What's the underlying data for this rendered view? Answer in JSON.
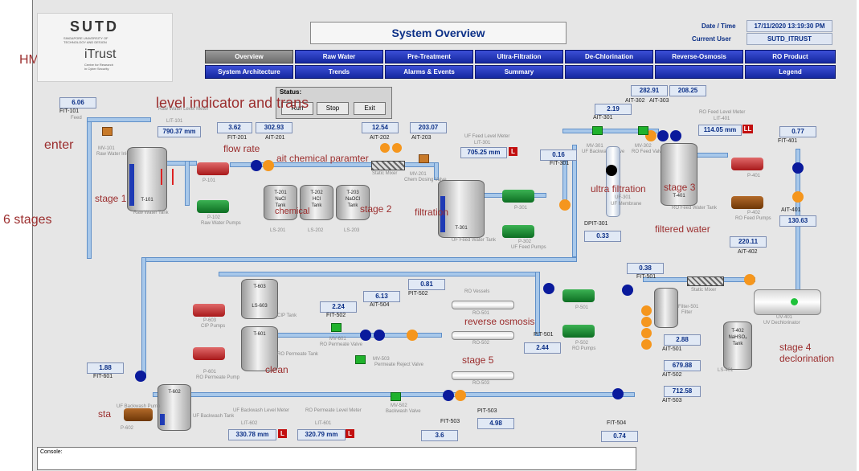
{
  "annotations": {
    "hmi": "HMI",
    "level_indicator": "level indicator and trans",
    "enter": "enter",
    "flow_rate": "flow rate",
    "ait_chemical": "ait chemical paramter",
    "stage1": "stage 1",
    "chemical": "chemical",
    "stage2": "stage 2",
    "filtration": "filtration",
    "six_stages": "6 stages",
    "ultra_filtration": "ultra filtration",
    "stage3": "stage 3",
    "filtered_water": "filtered water",
    "reverse_osmosis": "reverse osmosis",
    "stage5": "stage 5",
    "clean": "clean",
    "stage4": "stage 4",
    "declorination": "declorination",
    "stage_partial": "sta"
  },
  "header": {
    "logo_text": "SUTD",
    "logo_sub1": "SINGAPORE UNIVERSITY OF",
    "logo_sub2": "TECHNOLOGY AND DESIGN",
    "itrust": "iTrust",
    "itrust_sub1": "Centre for Research",
    "itrust_sub2": "in Cyber Security",
    "title": "System Overview",
    "datetime_label": "Date / Time",
    "datetime_value": "17/11/2020 13:19:30 PM",
    "user_label": "Current User",
    "user_value": "SUTD_ITRUST"
  },
  "nav_row1": [
    "Overview",
    "Raw Water",
    "Pre-Treatment",
    "Ultra-Filtration",
    "De-Chlorination",
    "Reverse-Osmosis",
    "RO Product"
  ],
  "nav_row2": [
    "System Architecture",
    "Trends",
    "Alarms & Events",
    "Summary",
    "",
    "",
    "Legend"
  ],
  "status": {
    "label": "Status:",
    "run": "Run",
    "stop": "Stop",
    "exit": "Exit"
  },
  "values": {
    "fit101": "6.06",
    "lit101": "790.37",
    "fit201": "3.62",
    "ait201": "302.93",
    "ait202": "12.54",
    "ait203": "203.07",
    "lit301": "705.25",
    "fit301": "0.16",
    "ait301": "2.19",
    "ait302": "282.91",
    "ait303": "208.25",
    "lit401": "114.05",
    "fit401": "0.77",
    "dpit301": "0.33",
    "ait401": "130.63",
    "ait402": "220.11",
    "fit501": "0.38",
    "pit502": "0.81",
    "ait504": "6.13",
    "fit502": "2.24",
    "pit501": "2.44",
    "ait501": "2.88",
    "ait502": "679.88",
    "ait503": "712.58",
    "fit601": "1.88",
    "lit602": "330.78",
    "lit601": "320.79",
    "fit503": "3.6",
    "pit503": "4.98",
    "fit504": "0.74"
  },
  "tags": {
    "fit101": "FIT-101",
    "raw_water_level_meter": "Raw Water Level Meter",
    "lit101": "LIT-101",
    "mm": "mm",
    "fit201": "FIT-201",
    "ait201": "AIT-201",
    "ait202": "AIT-202",
    "ait203": "AIT-203",
    "uf_feed_level_meter": "UF Feed Level Meter",
    "lit301": "LIT-301",
    "fit301": "FIT-301",
    "ait301": "AIT-301",
    "ait302": "AIT-302",
    "ait303": "AIT-303",
    "ro_feed_level_meter": "RO Feed Level Meter",
    "lit401": "LIT-401",
    "fit401": "FIT-401",
    "dpit301": "DPIT-301",
    "ait401": "AIT-401",
    "ait402": "AIT-402",
    "fit501": "FIT-501",
    "pit502": "PIT-502",
    "ait504": "AIT-504",
    "fit502": "FIT-502",
    "pit501": "PIT-501",
    "ait501": "AIT-501",
    "ait502": "AIT-502",
    "ait503": "AIT-503",
    "fit601": "FIT-601",
    "uf_backwash_level_meter": "UF Backwash Level Meter",
    "lit602": "LIT-602",
    "ro_permeate_level_meter": "RO Permeate Level Meter",
    "lit601": "LIT-601",
    "fit503": "FIT-503",
    "pit503": "PIT-503",
    "fit504": "FIT-504",
    "alarm_l": "L",
    "alarm_ll": "LL"
  },
  "equipment": {
    "feed": "Feed",
    "mv101": "MV-101",
    "raw_water_inlet_valve": "Raw Water Inlet Valve",
    "t101": "T-101",
    "raw_water_tank": "Raw Water Tank",
    "p101": "P-101",
    "p102": "P-102",
    "raw_water_pumps": "Raw Water Pumps",
    "t201": "T-201",
    "nacl": "NaCl",
    "tank": "Tank",
    "t202": "T-202",
    "hcl": "HCl",
    "t203": "T-203",
    "naocl": "NaOCl",
    "ls201": "LS-201",
    "ls202": "LS-202",
    "ls203": "LS-203",
    "static_mixer": "Static Mixer",
    "mv201": "MV-201",
    "chem_dosing_valve": "Chem Dosing Valve",
    "t301": "T-301",
    "uf_feed_water_tank": "UF Feed Water Tank",
    "p301": "P-301",
    "p302": "P-302",
    "uf_feed_pumps": "UF Feed Pumps",
    "mv301": "MV-301",
    "uf_backwash_valve": "UF Backwash Valve",
    "mv302": "MV-302",
    "ro_feed_valve": "RO Feed Valve",
    "uf301": "UF-301",
    "uf_membrane": "UF Membrane",
    "t401": "T-401",
    "ro_feed_water_tank": "RO Feed Water Tank",
    "p401": "P-401",
    "p402": "P-402",
    "ro_feed_pumps": "RO Feed Pumps",
    "static_mixer2": "Static Mixer",
    "uv401": "UV-401",
    "uv_dechlorinator": "UV Dechlorinator",
    "t402": "T-402",
    "nahso3": "NaHSO₃",
    "tank2": "Tank",
    "ls401": "LS-401",
    "filter501": "Filter-501",
    "filter": "Filter",
    "p501": "P-501",
    "p502": "P-502",
    "ro_pumps": "RO Pumps",
    "ro_vessels": "RO Vessels",
    "ro501": "RO-501",
    "ro502": "RO-502",
    "ro503": "RO-503",
    "mv503": "MV-503",
    "permeate_reject_valve": "Permeate Reject Valve",
    "mv502": "MV-502",
    "backwash_valve": "Backwash Valve",
    "mv601": "MV-601",
    "ro_permeate_valve": "RO Permeate Valve",
    "t603": "T-603",
    "ls603": "LS-603",
    "cip_tank": "CIP Tank",
    "p603": "P-603",
    "cip_pumps": "CIP Pumps",
    "t601": "T-601",
    "ro_permeate_tank": "RO Permeate Tank",
    "p601": "P-601",
    "ro_permeate_pump": "RO Permeate Pump",
    "t602": "T-602",
    "uf_backwash_tank": "UF Backwash Tank",
    "uf_backwash_pump": "UF Backwash Pump",
    "p602": "P-602"
  },
  "console": {
    "label": "Console:"
  },
  "colors": {
    "sensor_blue": "#0a1a9c",
    "analyzer_orange": "#f5961d",
    "nav_blue": "#1d35c4",
    "alarm_red": "#c20f0f",
    "annotation": "#9b2d2d"
  }
}
